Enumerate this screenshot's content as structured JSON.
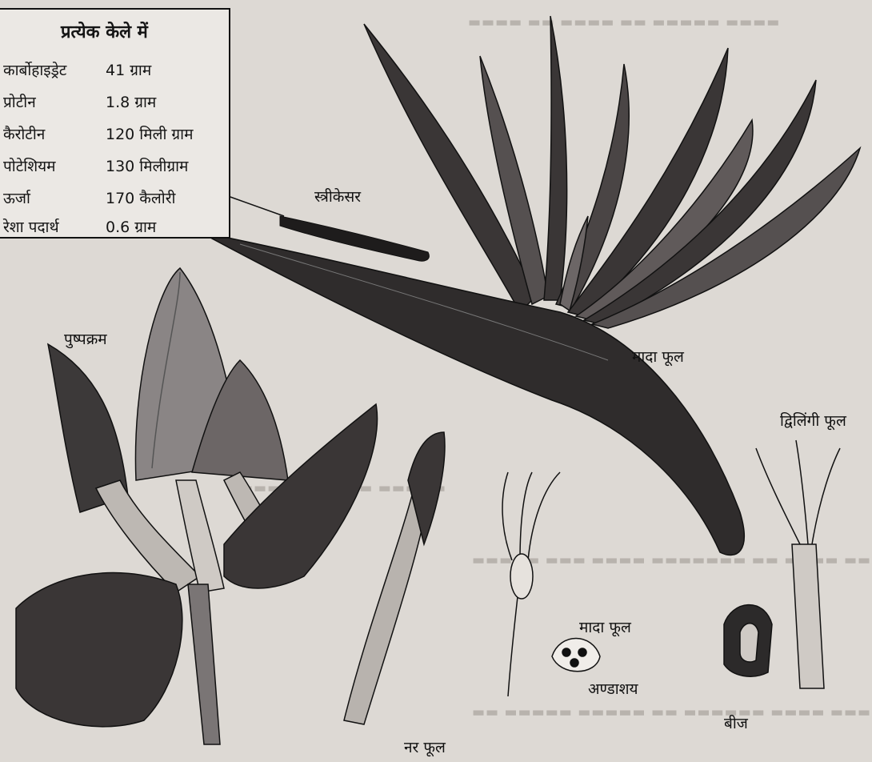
{
  "nutrition": {
    "title": "प्रत्येक केले में",
    "rows": [
      {
        "name": "कार्बोहाइड्रेट",
        "value": "41 ग्राम"
      },
      {
        "name": "प्रोटीन",
        "value": "1.8 ग्राम"
      },
      {
        "name": "कैरोटीन",
        "value": "120 मिली ग्राम"
      },
      {
        "name": "पोटेशियम",
        "value": "130 मिलीग्राम"
      },
      {
        "name": "ऊर्जा",
        "value": "170 कैलोरी"
      },
      {
        "name": "रेशा पदार्थ",
        "value": "0.6 ग्राम"
      }
    ]
  },
  "labels": {
    "stigma": "स्त्रीकेसर",
    "inflorescence": "पुष्पक्रम",
    "female_flower_top": "मादा फूल",
    "bisexual_flower": "द्विलिंगी फूल",
    "female_flower_bottom": "मादा फूल",
    "ovary": "अण्डाशय",
    "seed": "बीज",
    "male_flower": "नर फूल"
  },
  "colors": {
    "background": "#ddd9d4",
    "ink": "#151515",
    "petal_dark": "#3a3636",
    "petal_mid": "#6c6666"
  }
}
